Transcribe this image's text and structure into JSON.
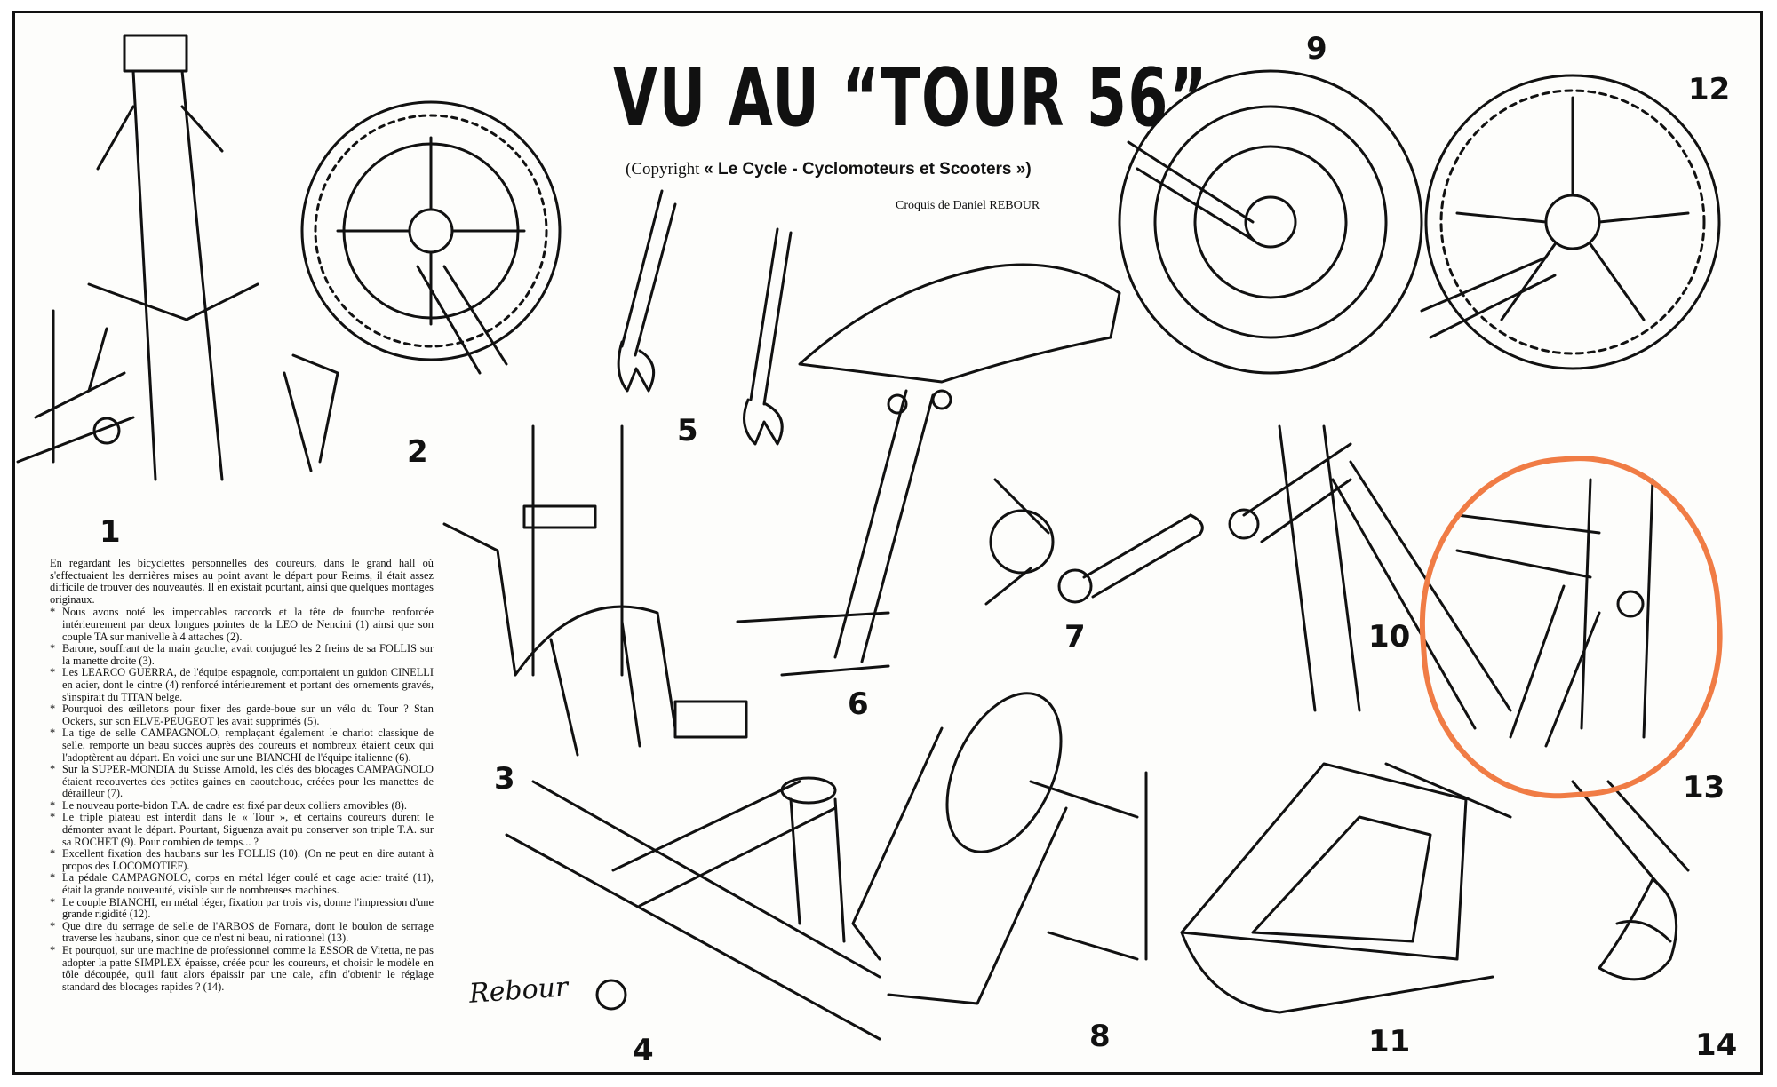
{
  "header": {
    "title": "VU AU “TOUR 56”",
    "copyright_prefix": "(Copyright",
    "copyright_source": "« Le Cycle - Cyclomoteurs et Scooters »)",
    "credit": "Croquis de Daniel REBOUR"
  },
  "figures": [
    "1",
    "2",
    "3",
    "4",
    "5",
    "6",
    "7",
    "8",
    "9",
    "10",
    "11",
    "12",
    "13",
    "14"
  ],
  "article": {
    "intro": "En regardant les bicyclettes personnelles des coureurs, dans le grand hall où s'effectuaient les dernières mises au point avant le départ pour Reims, il était assez difficile de trouver des nouveautés. Il en existait pourtant, ainsi que quelques montages originaux.",
    "items": [
      "Nous avons noté les impeccables raccords et la tête de fourche renforcée intérieurement par deux longues pointes de la LEO de Nencini (1) ainsi que son couple TA sur manivelle à 4 attaches (2).",
      "Barone, souffrant de la main gauche, avait conjugué les 2 freins de sa FOLLIS sur la manette droite (3).",
      "Les LEARCO GUERRA, de l'équipe espagnole, comportaient un guidon CINELLI en acier, dont le cintre (4) renforcé intérieurement et portant des ornements gravés, s'inspirait du TITAN belge.",
      "Pourquoi des œilletons pour fixer des garde-boue sur un vélo du Tour ? Stan Ockers, sur son ELVE-PEUGEOT les avait supprimés (5).",
      "La tige de selle CAMPAGNOLO, remplaçant également le chariot classique de selle, remporte un beau succès auprès des coureurs et nombreux étaient ceux qui l'adoptèrent au départ. En voici une sur une BIANCHI de l'équipe italienne (6).",
      "Sur la SUPER-MONDIA du Suisse Arnold, les clés des blocages CAMPAGNOLO étaient recouvertes des petites gaines en caoutchouc, créées pour les manettes de dérailleur (7).",
      "Le nouveau porte-bidon T.A. de cadre est fixé par deux colliers amovibles (8).",
      "Le triple plateau est interdit dans le « Tour », et certains coureurs durent le démonter avant le départ. Pourtant, Siguenza avait pu conserver son triple T.A. sur sa ROCHET (9). Pour combien de temps... ?",
      "Excellent fixation des haubans sur les FOLLIS (10). (On ne peut en dire autant à propos des LOCOMOTIEF).",
      "La pédale CAMPAGNOLO, corps en métal léger coulé et cage acier traité (11), était la grande nouveauté, visible sur de nombreuses machines.",
      "Le couple BIANCHI, en métal léger, fixation par trois vis, donne l'impression d'une grande rigidité (12).",
      "Que dire du serrage de selle de l'ARBOS de Fornara, dont le boulon de serrage traverse les haubans, sinon que ce n'est ni beau, ni rationnel (13).",
      "Et pourquoi, sur une machine de professionnel comme la ESSOR de Vitetta, ne pas adopter la patte SIMPLEX épaisse, créée pour les coureurs, et choisir le modèle en tôle découpée, qu'il faut alors épaissir par une cale, afin d'obtenir le réglage standard des blocages rapides ? (14)."
    ]
  },
  "signature": "Rebour",
  "annotation": {
    "color": "#f07c45",
    "target_figure": "13"
  },
  "ink_color": "#111111"
}
